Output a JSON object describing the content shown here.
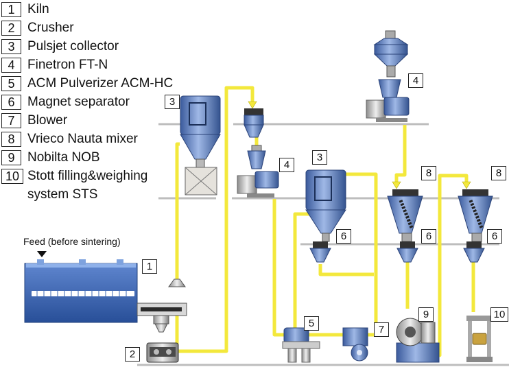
{
  "legend": [
    {
      "num": "1",
      "label": "Kiln"
    },
    {
      "num": "2",
      "label": "Crusher"
    },
    {
      "num": "3",
      "label": "Pulsjet collector"
    },
    {
      "num": "4",
      "label": "Finetron  FT-N"
    },
    {
      "num": "5",
      "label": "ACM Pulverizer  ACM-HC"
    },
    {
      "num": "6",
      "label": "Magnet separator"
    },
    {
      "num": "7",
      "label": "Blower"
    },
    {
      "num": "8",
      "label": "Vrieco Nauta mixer"
    },
    {
      "num": "9",
      "label": "Nobilta  NOB"
    },
    {
      "num": "10",
      "label": "Stott filling&weighing"
    },
    {
      "num": "",
      "label": "system  STS"
    }
  ],
  "feed_label": "Feed (before sintering)",
  "tags": {
    "kiln": "1",
    "crusher": "2",
    "collector_upper": "3",
    "collector_lower": "3",
    "finetron_top": "4",
    "finetron_mid": "4",
    "acm": "5",
    "magnet_center": "6",
    "magnet_mixer_a": "6",
    "magnet_mixer_b": "6",
    "blower": "7",
    "mixer_a": "8",
    "mixer_b": "8",
    "nobilta": "9",
    "stott": "10"
  },
  "colors": {
    "pipe_yellow": "#f3e83c",
    "equipment_blue": "#5a7fc0",
    "kiln_blue": "#3b67b3",
    "floor_gray": "#c9c9c9"
  }
}
